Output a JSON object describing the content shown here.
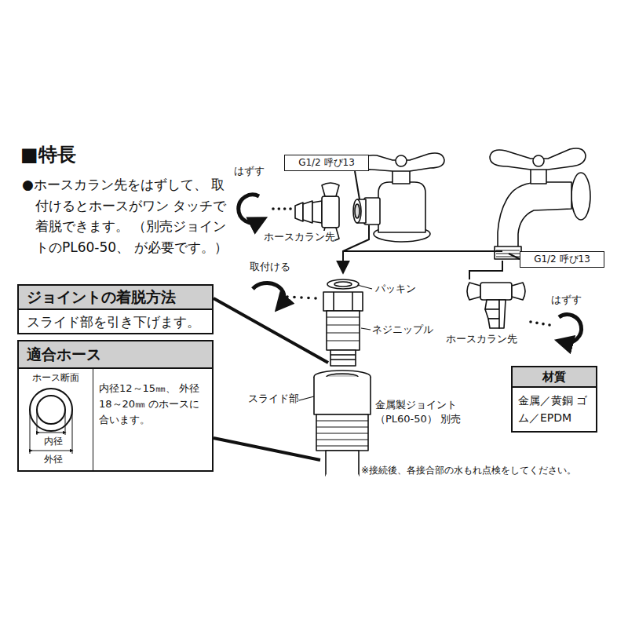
{
  "diagram": {
    "title": "■特長",
    "nodes": [
      {
        "text": [
          "G1/2 呼び13"
        ]
      },
      {
        "text": [
          "G1/2 呼び13"
        ]
      },
      {
        "text": [
          "ジョイントの着脱方法",
          "スライド部を引き下げます。"
        ]
      },
      {
        "text": [
          "適合ホース",
          "ホース断面",
          "内径",
          "外径",
          "内径12～15㎜、 外径18～20㎜ のホースに合います。"
        ]
      },
      {
        "text": [
          "材質",
          "金属／黄銅 ゴム／EPDM"
        ]
      }
    ],
    "labels": [
      "●ホースカラン先をはずして、 取付けるとホースがワン タッチで着脱できます。 （別売ジョイントのPL60-50、 が必要です。）",
      "はずす",
      "ホースカラン先",
      "取付ける",
      "パッキン",
      "ネジニップル",
      "はずす",
      "ホースカラン先",
      "スライド部",
      "金属製ジョイント （PL60-50） 別売",
      "※接続後、各接合部の水もれ点検をしてください。"
    ]
  }
}
